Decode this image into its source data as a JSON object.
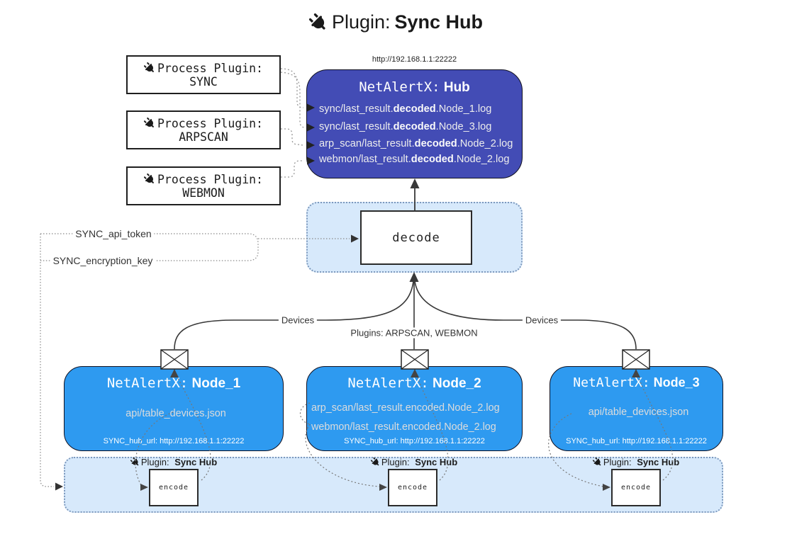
{
  "title": {
    "prefix": "Plugin:",
    "bold": "Sync Hub"
  },
  "hub": {
    "url": "http://192.168.1.1:22222",
    "name_prefix": "NetAlertX:",
    "name_bold": "Hub",
    "logs": [
      {
        "pre": "sync/last_result.",
        "bold": "decoded",
        "post": ".Node_1.log"
      },
      {
        "pre": "sync/last_result.",
        "bold": "decoded",
        "post": ".Node_3.log"
      },
      {
        "pre": "arp_scan/last_result.",
        "bold": "decoded",
        "post": ".Node_2.log"
      },
      {
        "pre": "webmon/last_result.",
        "bold": "decoded",
        "post": ".Node_2.log"
      }
    ]
  },
  "process_plugins": [
    {
      "label": "Process Plugin:",
      "name": "SYNC"
    },
    {
      "label": "Process Plugin:",
      "name": "ARPSCAN"
    },
    {
      "label": "Process Plugin:",
      "name": "WEBMON"
    }
  ],
  "decode": {
    "label": "decode"
  },
  "config_labels": {
    "api_token": "SYNC_api_token",
    "encryption_key": "SYNC_encryption_key"
  },
  "edge_labels": {
    "left": "Devices",
    "middle": "Plugins: ARPSCAN, WEBMON",
    "right": "Devices"
  },
  "nodes": [
    {
      "name_prefix": "NetAlertX:",
      "name_bold": "Node_1",
      "lines": [
        "api/table_devices.json"
      ],
      "hub_url": "SYNC_hub_url: http://192.168.1.1:22222"
    },
    {
      "name_prefix": "NetAlertX:",
      "name_bold": "Node_2",
      "lines": [
        "arp_scan/last_result.encoded.Node_2.log",
        "webmon/last_result.encoded.Node_2.log"
      ],
      "hub_url": "SYNC_hub_url: http://192.168.1.1:22222"
    },
    {
      "name_prefix": "NetAlertX:",
      "name_bold": "Node_3",
      "lines": [
        "api/table_devices.json"
      ],
      "hub_url": "SYNC_hub_url: http://192.168.1.1:22222"
    }
  ],
  "encode_plugin": {
    "prefix": "Plugin:",
    "bold": "Sync Hub",
    "box_label": "encode"
  },
  "colors": {
    "hub_fill": "#434CB5",
    "node_fill": "#2E9AF0",
    "container_fill": "#D7E9FB",
    "container_border": "#7D99BD",
    "edge": "#383838"
  }
}
